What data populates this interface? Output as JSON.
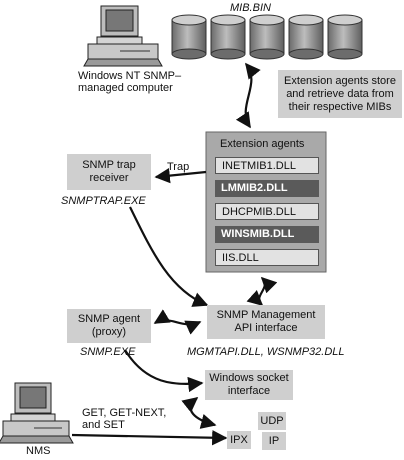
{
  "mib_file": "MIB.BIN",
  "managed_computer": [
    "Windows NT SNMP–",
    "managed computer"
  ],
  "extension_note": [
    "Extension agents store",
    "and retrieve data from",
    "their respective MIBs"
  ],
  "extension_agents": {
    "title": "Extension agents",
    "dlls": [
      "INETMIB1.DLL",
      "LMMIB2.DLL",
      "DHCPMIB.DLL",
      "WINSMIB.DLL",
      "IIS.DLL"
    ]
  },
  "trap_receiver": {
    "label": [
      "SNMP trap",
      "receiver"
    ],
    "exe": "SNMPTRAP.EXE"
  },
  "trap_label": "Trap",
  "snmp_agent": {
    "label": [
      "SNMP agent",
      "(proxy)"
    ],
    "exe": "SNMP.EXE"
  },
  "mgmt_api": {
    "label": [
      "SNMP Management",
      "API interface"
    ],
    "dlls": "MGMTAPI.DLL, WSNMP32.DLL"
  },
  "winsock": {
    "label": [
      "Windows socket",
      "interface"
    ]
  },
  "protocols": [
    "UDP",
    "IPX",
    "IP"
  ],
  "nms": "NMS",
  "nms_ops": [
    "GET, GET-NEXT,",
    "and SET"
  ]
}
